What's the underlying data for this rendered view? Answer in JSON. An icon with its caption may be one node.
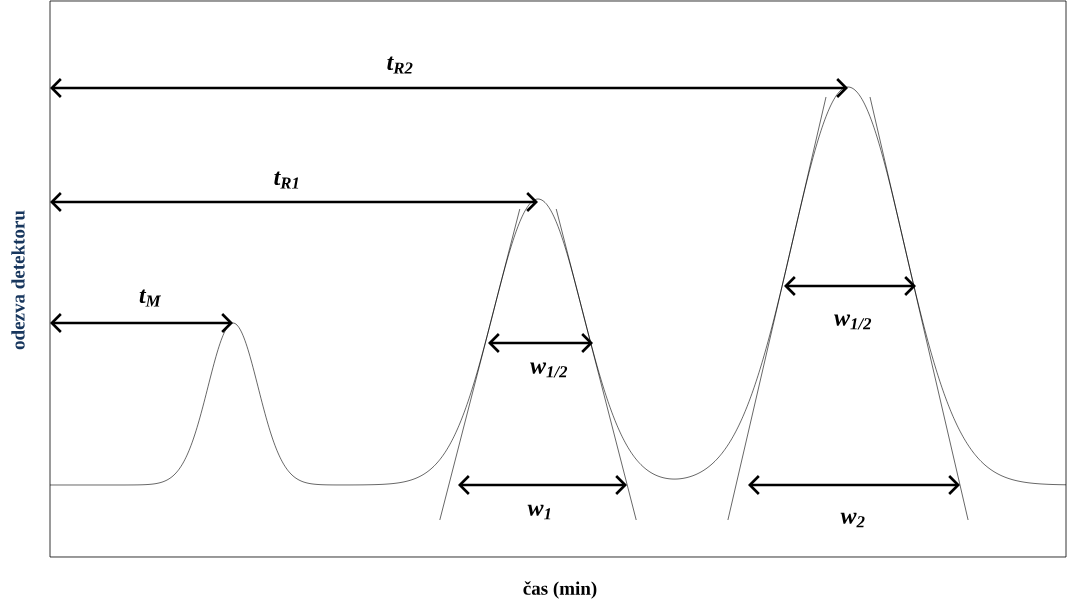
{
  "diagram": {
    "labels": [
      "odezva detektoru",
      "t$_{R2}$",
      "t$_{R1}$",
      "t$_{M}$",
      "w$_{1/2}$",
      "w$_{1/2}$",
      "w$_{1}$",
      "w$_{2}$",
      "čas (min)"
    ]
  }
}
